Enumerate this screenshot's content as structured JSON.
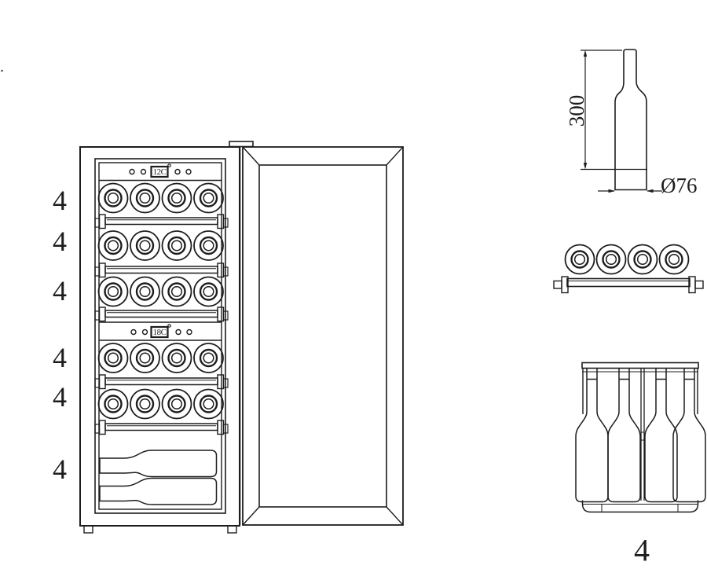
{
  "page": {
    "background": "#ffffff",
    "line_color": "#1d1d1d",
    "description": "Technical line drawing of a dual-zone wine cooler with open door, bottle dimension detail, shelf top view and standing bottle row view"
  },
  "front_view": {
    "upper_zone_display": "12C",
    "lower_zone_display": "18C",
    "shelf_capacities": [
      "4",
      "4",
      "4",
      "4",
      "4",
      "4"
    ]
  },
  "bottle_detail": {
    "height_label": "300",
    "diameter_label": "Ø76"
  },
  "standing_row_view": {
    "capacity_label": "4"
  }
}
